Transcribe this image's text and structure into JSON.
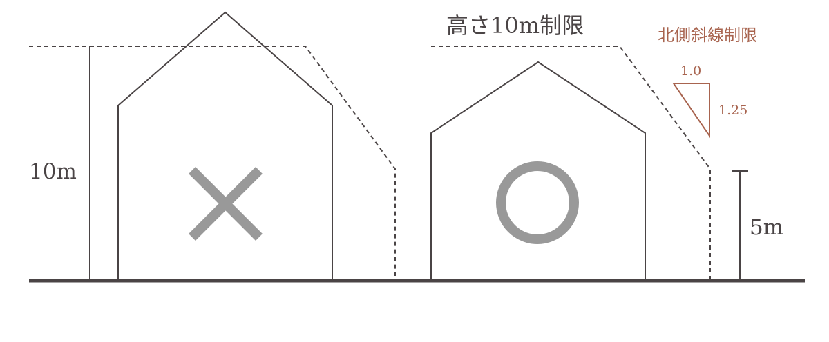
{
  "title": "高さ10m制限",
  "left_height_label": "10m",
  "right_height_label": "5m",
  "north_slope": {
    "title": "北側斜線制限",
    "ratio_horizontal": "1.0",
    "ratio_vertical": "1.25"
  },
  "marks": {
    "left": "cross",
    "right": "circle"
  },
  "colors": {
    "line": "#4a4445",
    "mark": "#999999",
    "accent": "#a8644f"
  }
}
